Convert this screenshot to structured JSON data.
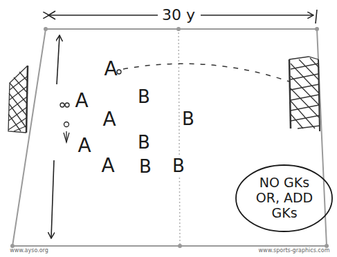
{
  "diagram": {
    "nodes": [
      {
        "text": [
          "NO GKs OR, ADD GKs"
        ]
      }
    ],
    "labels": [
      "30 y",
      "A",
      "A",
      "B",
      "A",
      "B",
      "B",
      "A",
      "B",
      "A",
      "B",
      "www.ayso.org",
      "www.sports-graphics.com"
    ]
  }
}
